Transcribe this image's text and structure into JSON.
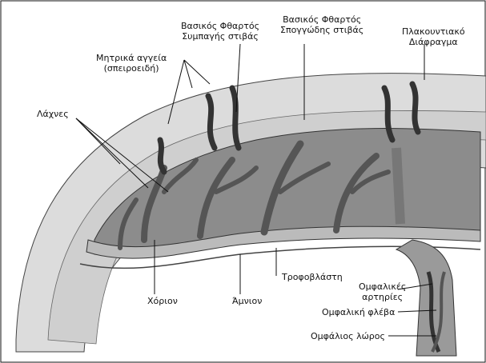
{
  "labels": {
    "basal_compact": [
      "Βασικός Φθαρτός",
      "Συμπαγής στιβάς"
    ],
    "basal_spongy": [
      "Βασικός Φθαρτός",
      "Σπογγώδης στιβάς"
    ],
    "placental_septum": [
      "Πλακουντιακό",
      "Διάφραγμα"
    ],
    "spiral_arteries": [
      "Μητρικά αγγεία",
      "(σπειροειδή)"
    ],
    "villi": "Λάχνες",
    "chorion": "Χόριον",
    "amnion": "Άμνιον",
    "trophoblast": "Τροφοβλάστη",
    "umbilical_arteries": [
      "Ομφαλικές",
      "αρτηρίες"
    ],
    "umbilical_vein": "Ομφαλική φλέβα",
    "umbilical_cord": "Ομφάλιος λώρος"
  },
  "colors": {
    "outline": "#111111",
    "dark_tissue": "#6f6f6f",
    "mid_tissue": "#a8a8a8",
    "light_tissue": "#d9d9d9",
    "background": "#ffffff"
  }
}
